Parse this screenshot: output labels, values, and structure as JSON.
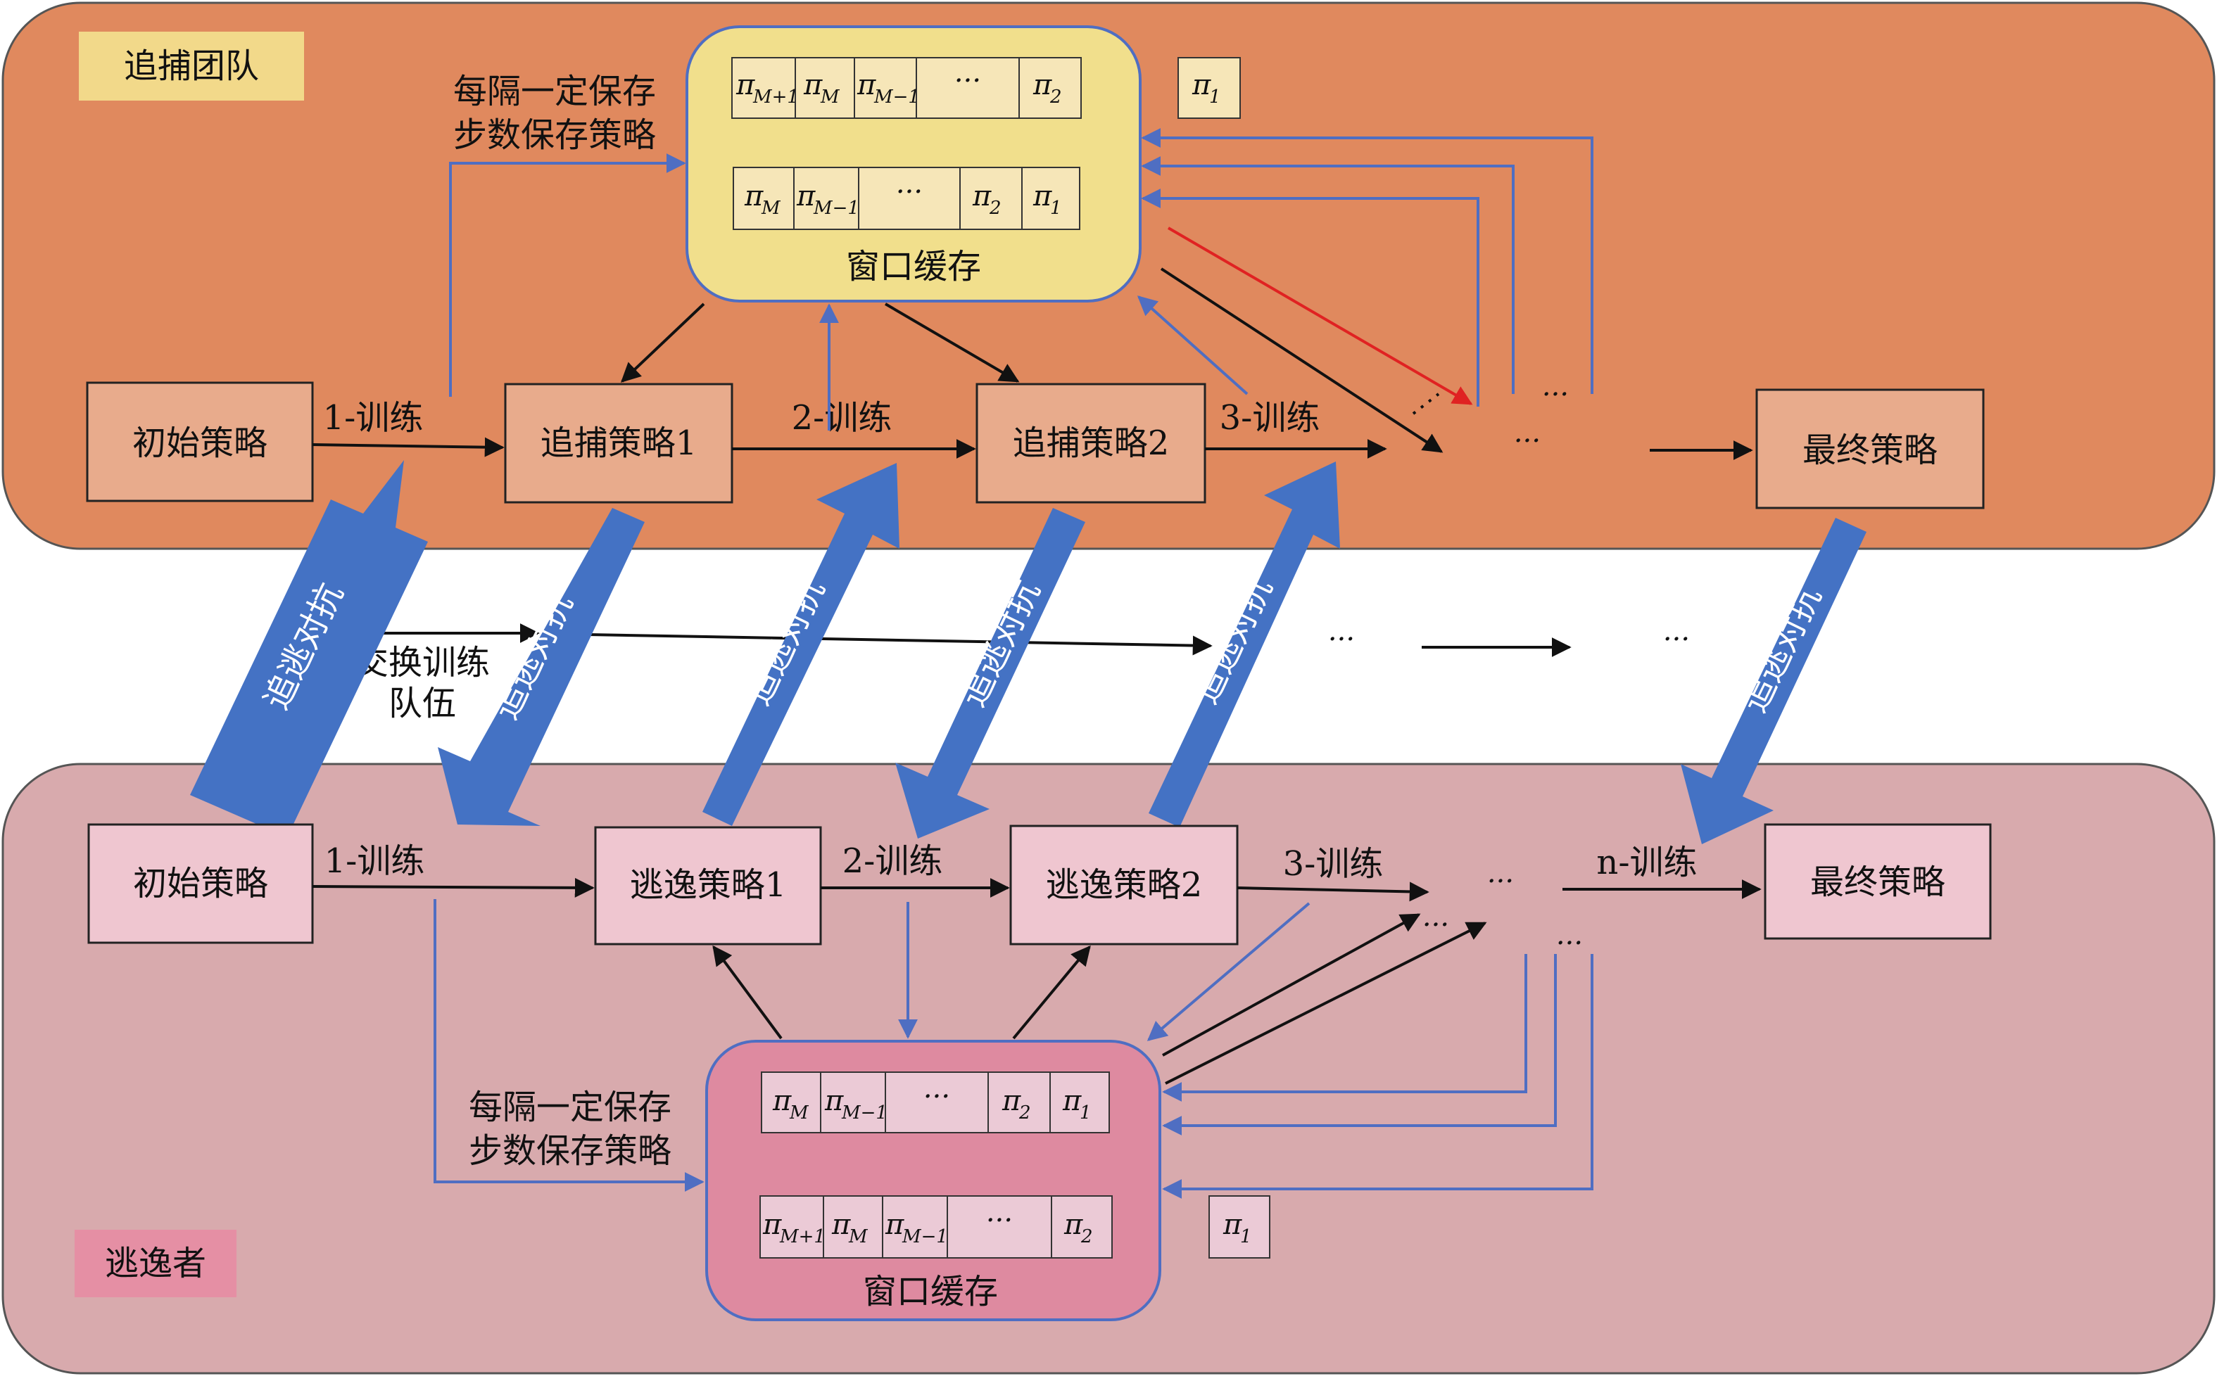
{
  "colors": {
    "top_panel": "#e0895e",
    "bottom_panel": "#d8aaad",
    "top_node": "#e8ab8c",
    "bottom_node": "#efc6d0",
    "top_cache": "#f1df8c",
    "bottom_cache": "#de8aa0",
    "top_cell": "#f6e6b8",
    "bottom_cell": "#ebcad6",
    "team_label_bg": "#f2d98a",
    "evader_label_bg": "#e58fa4",
    "blue_line": "#4f6ec2",
    "big_arrow": "#4472c4",
    "red_line": "#e02222"
  },
  "teams": {
    "pursuit": "追捕团队",
    "evader": "逃逸者"
  },
  "pursuit": {
    "initial": "初始策略",
    "policy1": "追捕策略1",
    "policy2": "追捕策略2",
    "final": "最终策略",
    "train1": "1-训练",
    "train2": "2-训练",
    "train3": "3-训练",
    "save_line1": "每隔一定保存",
    "save_line2": "步数保存策略",
    "cache_title": "窗口缓存",
    "ellipsis": "···"
  },
  "evader": {
    "initial": "初始策略",
    "policy1": "逃逸策略1",
    "policy2": "逃逸策略2",
    "final": "最终策略",
    "train1": "1-训练",
    "train2": "2-训练",
    "train3": "3-训练",
    "trainN": "n-训练",
    "save_line1": "每隔一定保存",
    "save_line2": "步数保存策略",
    "cache_title": "窗口缓存",
    "ellipsis": "···"
  },
  "middle": {
    "swap_line1": "交换训练",
    "swap_line2": "队伍",
    "adversarial": "追逃对抗",
    "ellipsis": "···"
  },
  "pi": {
    "symbol": "π",
    "sub_M1": "M+1",
    "sub_M": "M",
    "sub_Mm1": "M−1",
    "sub_2": "2",
    "sub_1": "1",
    "dots": "···"
  }
}
